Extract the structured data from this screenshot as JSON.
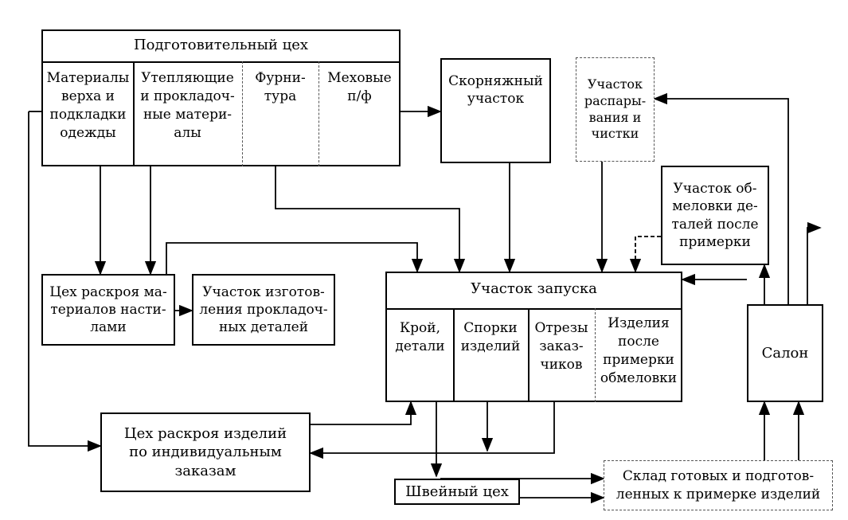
{
  "prep": {
    "title": "Подготовительный цех",
    "cells": [
      "Материалы\nверха и\nподкладки\nодежды",
      "Утепляющие\nи прокладоч-\nные матери-\nалы",
      "Фурни-\nтура",
      "Меховые\nп/ф"
    ]
  },
  "fur": "Скорняжный\nучасток",
  "unpick": "Участок\nраспары-\nвания и\nчистки",
  "marking": "Участок об-\nмеловки де-\nталей после\nпримерки",
  "cutLayers": "Цех раскроя ма-\nтериалов насти-\nлами",
  "padding": "Участок изготов-\nления прокладоч-\nных деталей",
  "launch": {
    "title": "Участок запуска",
    "cells": [
      "Крой,\nдетали",
      "Спорки\nизделий",
      "Отрезы\nзаказ-\nчиков",
      "Изделия\nпосле\nпримерки\nобмеловки"
    ]
  },
  "salon": "Салон",
  "cutIndividual": "Цех раскроя изделий\nпо индивидуальным\nзаказам",
  "sewing": "Швейный цех",
  "warehouse": "Склад готовых и подготов-\nленных к примерке изделий"
}
